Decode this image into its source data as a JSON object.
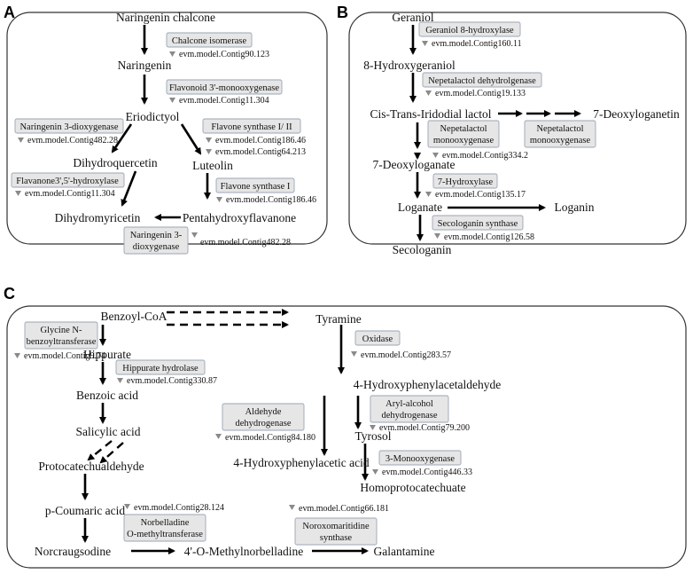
{
  "panels": [
    {
      "label": "A",
      "compounds": [
        "Naringenin chalcone",
        "Naringenin",
        "Eriodictyol",
        "Dihydroquercetin",
        "Luteolin",
        "Pentahydroxyflavanone",
        "Dihydromyricetin"
      ],
      "enzymes": [
        {
          "name": [
            "Chalcone isomerase"
          ],
          "contig": "evm.model.Contig90.123"
        },
        {
          "name": [
            "Flavonoid 3'-monooxygenase"
          ],
          "contig": "evm.model.Contig11.304"
        },
        {
          "name": [
            "Naringenin 3-dioxygenase"
          ],
          "contig": "evm.model.Contig482.28"
        },
        {
          "name": [
            "Flavone synthase I/ II"
          ],
          "contig": "evm.model.Contig186.46"
        },
        {
          "name": [],
          "contig": "evm.model.Contig64.213"
        },
        {
          "name": [
            "Flavanone3',5'-hydroxylase"
          ],
          "contig": "evm.model.Contig11.304"
        },
        {
          "name": [
            "Flavone synthase I"
          ],
          "contig": "evm.model.Contig186.46"
        },
        {
          "name": [
            "Naringenin 3-",
            "dioxygenase"
          ],
          "contig": "evm.model.Contig482.28"
        }
      ]
    },
    {
      "label": "B",
      "compounds": [
        "Geraniol",
        "8-Hydroxygeraniol",
        "Cis-Trans-Iridodial lactol",
        "7-Deoxyloganetin",
        "7-Deoxyloganate",
        "Loganate",
        "Loganin",
        "Secologanin"
      ],
      "enzymes": [
        {
          "name": [
            "Geraniol 8-hydroxylase"
          ],
          "contig": "evm.model.Contig160.11"
        },
        {
          "name": [
            "Nepetalactol dehydrolgenase"
          ],
          "contig": "evm.model.Contig19.133"
        },
        {
          "name": [
            "Nepetalactol",
            "monooxygenase"
          ],
          "contig": "evm.model.Contig334.2"
        },
        {
          "name": [
            "Nepetalactol",
            "monooxygenase"
          ],
          "contig": ""
        },
        {
          "name": [
            "7-Hydroxylase"
          ],
          "contig": "evm.model.Contig135.17"
        },
        {
          "name": [
            "Secologanin synthase"
          ],
          "contig": "evm.model.Contig126.58"
        }
      ]
    },
    {
      "label": "C",
      "compounds": [
        "Benzoyl-CoA",
        "Tyramine",
        "Hippurate",
        "Benzoic acid",
        "Salicylic acid",
        "Protocatechualdehyde",
        "p-Coumaric acid",
        "Norcraugsodine",
        "4'-O-Methylnorbelladine",
        "Galantamine",
        "4-Hydroxyphenylacetaldehyde",
        "Tyrosol",
        "4-Hydroxyphenylacetic acid",
        "Homoprotocatechuate"
      ],
      "enzymes": [
        {
          "name": [
            "Glycine N-",
            "benzoyltransferase"
          ],
          "contig": "evm.model.Contig9.74"
        },
        {
          "name": [
            "Hippurate hydrolase"
          ],
          "contig": "evm.model.Contig330.87"
        },
        {
          "name": [],
          "contig": "evm.model.Contig28.124"
        },
        {
          "name": [
            "Norbelladine",
            "O-methyltransferase"
          ],
          "contig": ""
        },
        {
          "name": [
            "Oxidase"
          ],
          "contig": "evm.model.Contig283.57"
        },
        {
          "name": [
            "Aldehyde",
            "dehydrogenase"
          ],
          "contig": "evm.model.Contig84.180"
        },
        {
          "name": [
            "Aryl-alcohol",
            "dehydrogenase"
          ],
          "contig": "evm.model.Contig79.200"
        },
        {
          "name": [
            "3-Monooxygenase"
          ],
          "contig": "evm.model.Contig446.33"
        },
        {
          "name": [],
          "contig": "evm.model.Contig66.181"
        },
        {
          "name": [
            "Noroxomaritidine",
            "synthase"
          ],
          "contig": ""
        }
      ]
    }
  ]
}
